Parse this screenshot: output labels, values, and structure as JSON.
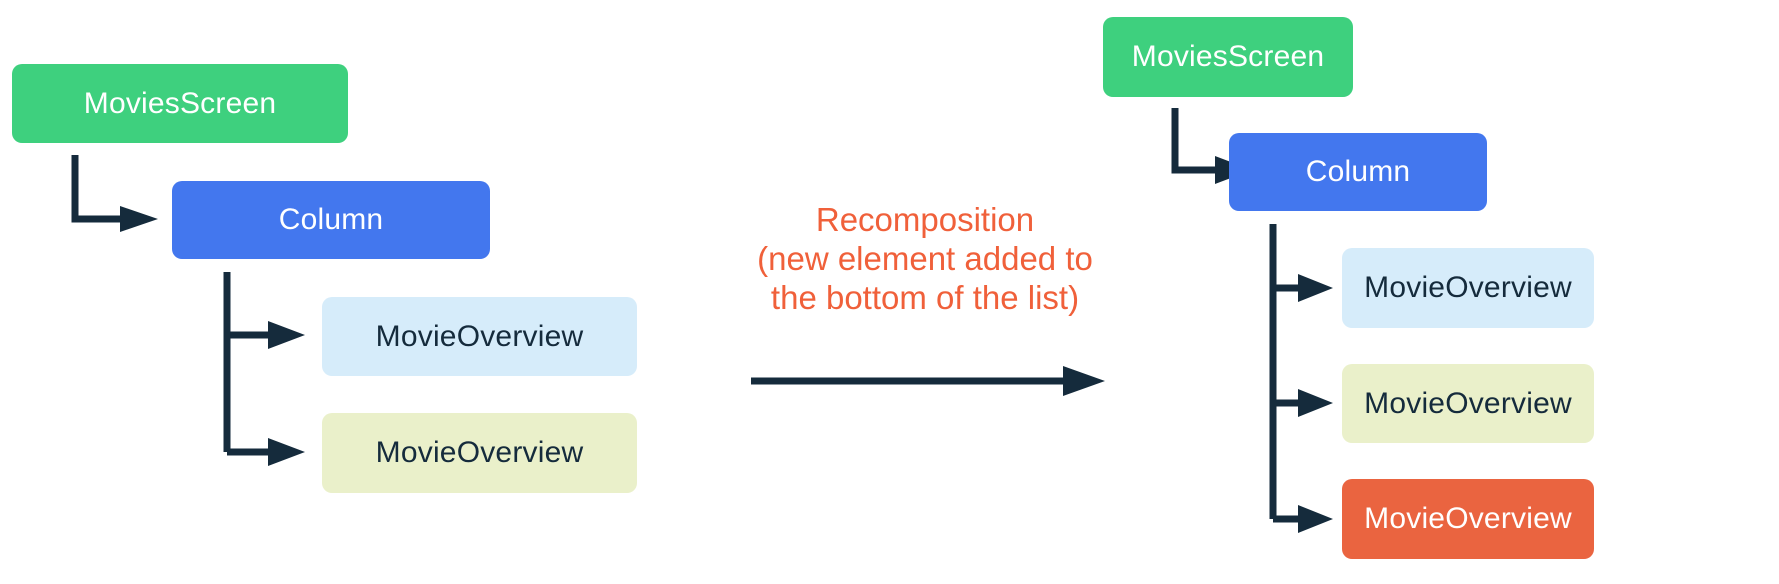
{
  "diagram": {
    "colors": {
      "node_green": "#3ed07e",
      "node_blue": "#4377ee",
      "node_light_blue": "#d6ecfa",
      "node_light_yellow": "#eaf0ca",
      "node_orange": "#ea6440",
      "connector_dark": "#152b3c",
      "text_light": "#ffffff",
      "text_dark": "#152b3c",
      "label_orange": "#f0603a"
    },
    "left_tree": {
      "root": "MoviesScreen",
      "child": "Column",
      "leaves": [
        "MovieOverview",
        "MovieOverview"
      ]
    },
    "right_tree": {
      "root": "MoviesScreen",
      "child": "Column",
      "leaves": [
        "MovieOverview",
        "MovieOverview",
        "MovieOverview"
      ]
    },
    "annotation": {
      "line1": "Recomposition",
      "line2": "(new element added to",
      "line3": "the bottom of the list)"
    }
  }
}
